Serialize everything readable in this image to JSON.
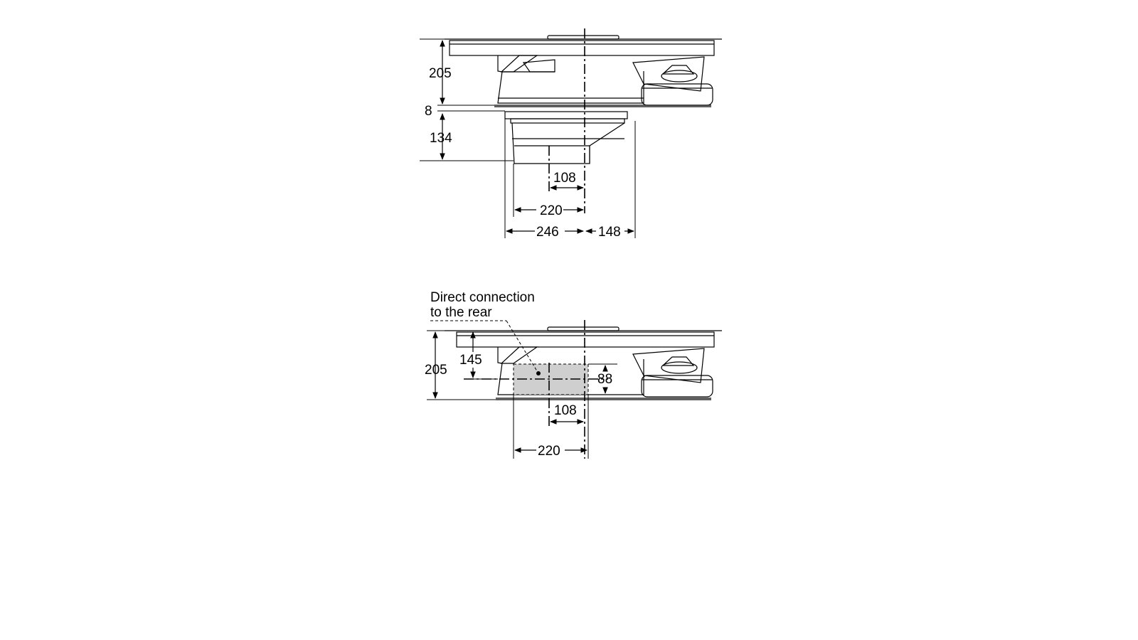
{
  "diagram": {
    "top_view": {
      "dims": {
        "height_upper": "205",
        "gap": "8",
        "height_lower": "134",
        "offset_108": "108",
        "width_220": "220",
        "width_246": "246",
        "width_148": "148"
      }
    },
    "bottom_view": {
      "callout_line1": "Direct connection",
      "callout_line2": "to the rear",
      "dims": {
        "height_145": "145",
        "height_205": "205",
        "height_88": "88",
        "offset_108": "108",
        "width_220": "220"
      }
    }
  }
}
